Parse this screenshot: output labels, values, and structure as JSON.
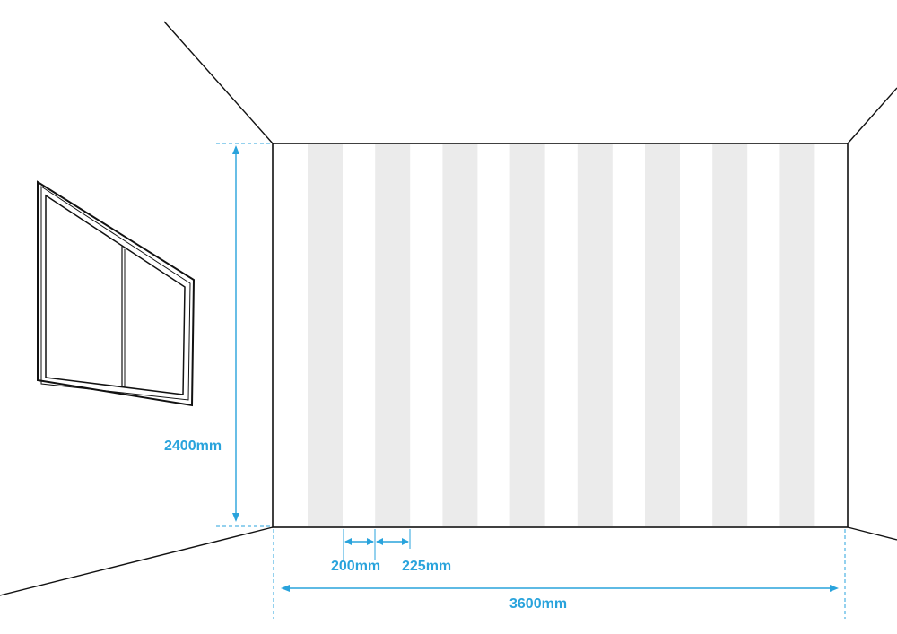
{
  "colors": {
    "dimension": "#29a3dc",
    "stripe": "#ebebeb",
    "wall": "#ffffff",
    "line": "#111111"
  },
  "wall": {
    "stripe_count": 8
  },
  "dimensions": {
    "height_label": "2400mm",
    "width_label": "3600mm",
    "gap_label": "200mm",
    "stripe_label": "225mm"
  },
  "icons": {
    "window": "window-icon"
  }
}
